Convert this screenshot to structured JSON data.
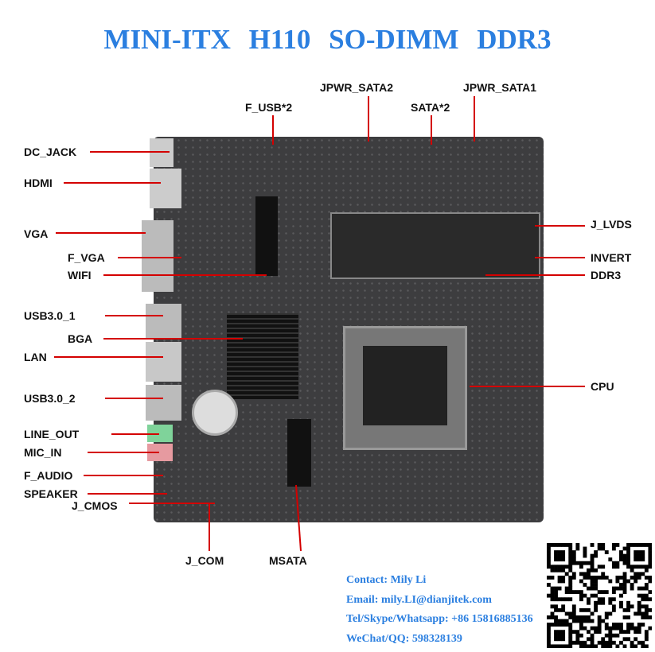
{
  "title": "MINI-ITX   H110   SO-DIMM   DDR3",
  "labels": {
    "dc_jack": "DC_JACK",
    "hdmi": "HDMI",
    "vga": "VGA",
    "f_vga": "F_VGA",
    "wifi": "WIFI",
    "usb3_1": "USB3.0_1",
    "bga": "BGA",
    "lan": "LAN",
    "usb3_2": "USB3.0_2",
    "line_out": "LINE_OUT",
    "mic_in": "MIC_IN",
    "f_audio": "F_AUDIO",
    "speaker": "SPEAKER",
    "j_cmos": "J_CMOS",
    "j_com": "J_COM",
    "msata": "MSATA",
    "f_usb": "F_USB*2",
    "jpwr_sata2": "JPWR_SATA2",
    "sata": "SATA*2",
    "jpwr_sata1": "JPWR_SATA1",
    "j_lvds": "J_LVDS",
    "invert": "INVERT",
    "ddr3": "DDR3",
    "cpu": "CPU"
  },
  "contact": {
    "name": "Contact: Mily Li",
    "email": "Email: mily.LI@dianjitek.com",
    "phone": "Tel/Skype/Whatsapp: +86 15816885136",
    "wechat": "WeChat/QQ: 598328139"
  },
  "colors": {
    "title": "#2b7fe0",
    "leader": "#d40000",
    "board": "#3d3d3f"
  }
}
